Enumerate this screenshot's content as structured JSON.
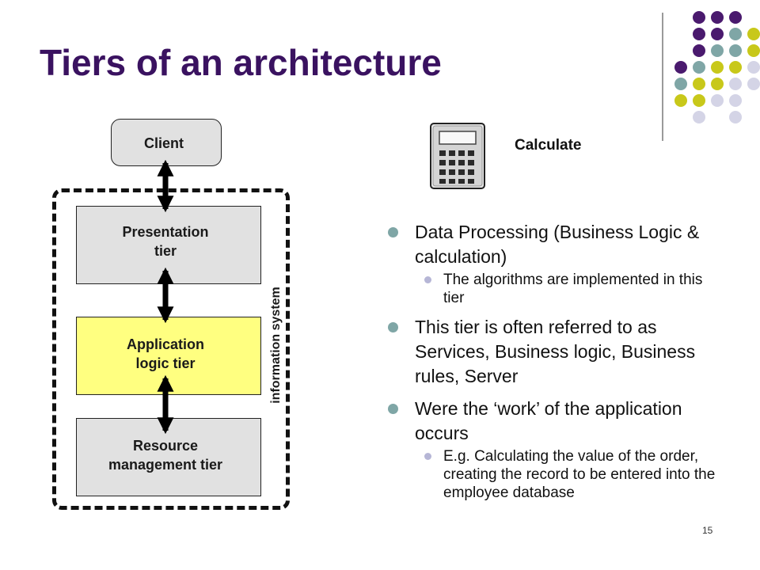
{
  "slide": {
    "title": "Tiers of an architecture",
    "page_number": "15"
  },
  "diagram": {
    "client_label": "Client",
    "presentation_label": "Presentation\ntier",
    "application_label": "Application\nlogic tier",
    "resource_label": "Resource\nmanagement tier",
    "boundary_label": "information system"
  },
  "calculate": {
    "icon": "calculator-icon",
    "label": "Calculate"
  },
  "bullets": {
    "items": [
      {
        "text": "Data Processing (Business Logic & calculation)",
        "sub": [
          "The algorithms are implemented in this tier"
        ]
      },
      {
        "text": "This tier is often referred to as Services, Business logic, Business rules, Server",
        "sub": []
      },
      {
        "text": "Were the ‘work’ of the application occurs",
        "sub": [
          "E.g. Calculating the value of the order, creating the record to be entered into the employee database"
        ]
      }
    ]
  },
  "colors": {
    "title": "#3a1260",
    "application_tier": "#ffff80",
    "tier_box": "#e1e1e1",
    "main_bullet": "#7fa6a6",
    "sub_bullet": "#b6b6d6",
    "dot_purple": "#4a1a6e",
    "dot_teal": "#7fa6a6",
    "dot_olive": "#c8c81a",
    "dot_lavender": "#d4d4e6"
  }
}
